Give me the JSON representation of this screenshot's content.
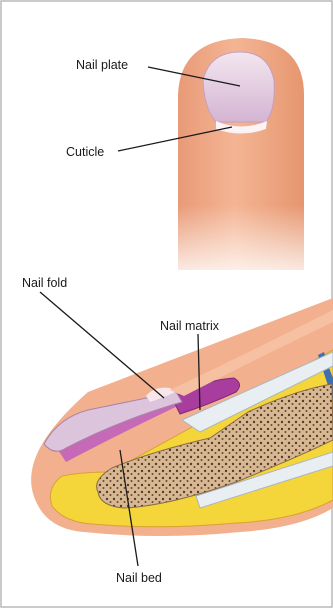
{
  "diagram": {
    "labels": {
      "nail_plate": "Nail plate",
      "cuticle": "Cuticle",
      "nail_fold": "Nail fold",
      "nail_matrix": "Nail matrix",
      "nail_bed": "Nail bed"
    },
    "colors": {
      "skin": "#f2b08e",
      "nail_plate": "#dcc4dc",
      "fat": "#f4d63a",
      "bone": "#d3b493",
      "matrix": "#b347a8",
      "ligament": "#e8eef2",
      "vessel": "#3f6fb0"
    }
  }
}
